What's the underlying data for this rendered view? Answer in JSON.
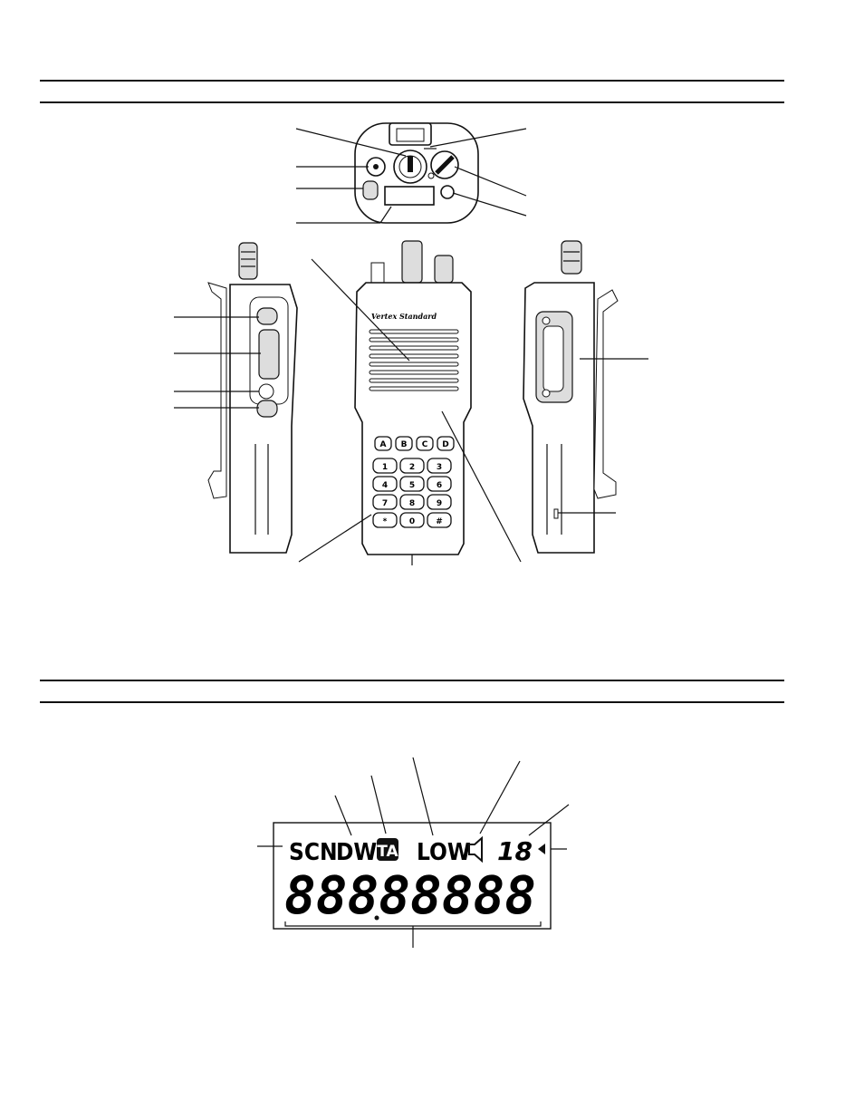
{
  "radio": {
    "brand_text": "Vertex Standard",
    "programmable_keys": [
      "A",
      "B",
      "C",
      "D"
    ],
    "keypad": [
      "1",
      "2",
      "3",
      "4",
      "5",
      "6",
      "7",
      "8",
      "9",
      "*",
      "0",
      "#"
    ]
  },
  "lcd": {
    "indicators": {
      "scan": "SCN",
      "dual_watch": "DW",
      "talk_around": "TA",
      "low_power": "LOW",
      "channel_number": "18"
    },
    "main_display": "88888888"
  }
}
